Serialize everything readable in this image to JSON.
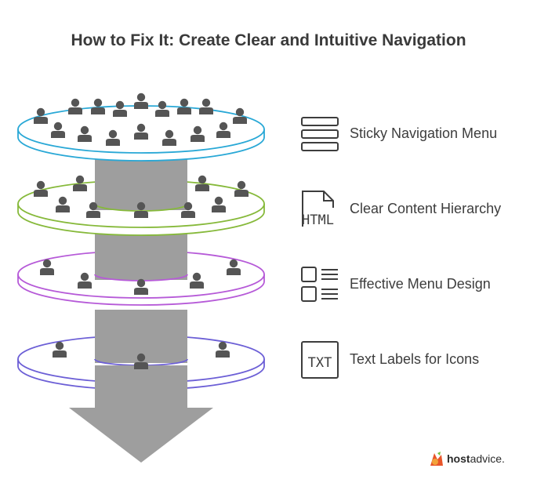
{
  "title": "How to Fix It: Create Clear and Intuitive Navigation",
  "layers": [
    {
      "label": "Sticky Navigation Menu",
      "color": "#29a8d6",
      "icon": "stacked-bars-icon"
    },
    {
      "label": "Clear Content Hierarchy",
      "color": "#86b93a",
      "icon": "html-document-icon"
    },
    {
      "label": "Effective Menu Design",
      "color": "#b65ad8",
      "icon": "checklist-icon"
    },
    {
      "label": "Text Labels for Icons",
      "color": "#6c5fd6",
      "icon": "txt-document-icon"
    }
  ],
  "icon_texts": {
    "html": "HTML",
    "txt": "TXT"
  },
  "brand": {
    "bold": "host",
    "light": "advice."
  },
  "colors": {
    "funnel": "#9e9e9e",
    "person": "#555555",
    "text": "#3d3d3d"
  }
}
